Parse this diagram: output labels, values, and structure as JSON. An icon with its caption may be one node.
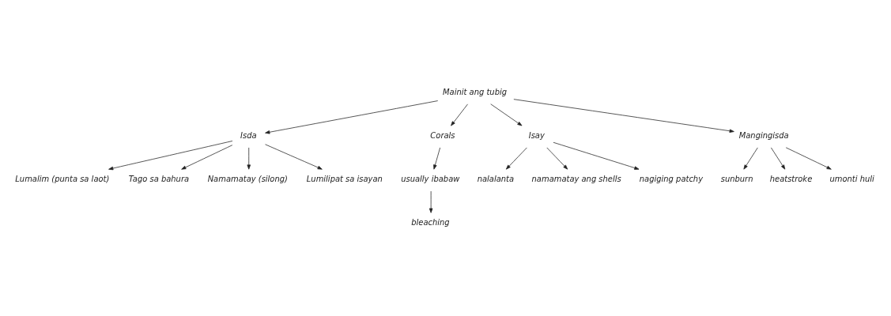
{
  "diagram": {
    "nodes": [
      {
        "text": [
          "Mainit ang tubig"
        ]
      },
      {
        "text": [
          "Isda"
        ]
      },
      {
        "text": [
          "Corals"
        ]
      },
      {
        "text": [
          "Isay"
        ]
      },
      {
        "text": [
          "Mangingisda"
        ]
      },
      {
        "text": [
          "Lumalim (punta sa laot)"
        ]
      },
      {
        "text": [
          "Tago sa bahura"
        ]
      },
      {
        "text": [
          "Namamatay (silong)"
        ]
      },
      {
        "text": [
          "Lumilipat sa isayan"
        ]
      },
      {
        "text": [
          "usually ibabaw"
        ]
      },
      {
        "text": [
          "bleaching"
        ]
      },
      {
        "text": [
          "nalalanta"
        ]
      },
      {
        "text": [
          "namamatay ang shells"
        ]
      },
      {
        "text": [
          "nagiging patchy"
        ]
      },
      {
        "text": [
          "sunburn"
        ]
      },
      {
        "text": [
          "heatstroke"
        ]
      },
      {
        "text": [
          "umonti huli"
        ]
      }
    ],
    "edges": [
      {
        "from": 0,
        "to": 1,
        "arrow": "to"
      },
      {
        "from": 0,
        "to": 2,
        "arrow": "to"
      },
      {
        "from": 0,
        "to": 3,
        "arrow": "to"
      },
      {
        "from": 0,
        "to": 4,
        "arrow": "to"
      },
      {
        "from": 1,
        "to": 5,
        "arrow": "to"
      },
      {
        "from": 1,
        "to": 6,
        "arrow": "to"
      },
      {
        "from": 1,
        "to": 7,
        "arrow": "to"
      },
      {
        "from": 1,
        "to": 8,
        "arrow": "to"
      },
      {
        "from": 2,
        "to": 9,
        "arrow": "to"
      },
      {
        "from": 9,
        "to": 10,
        "arrow": "to"
      },
      {
        "from": 3,
        "to": 11,
        "arrow": "to"
      },
      {
        "from": 3,
        "to": 12,
        "arrow": "to"
      },
      {
        "from": 3,
        "to": 13,
        "arrow": "to"
      },
      {
        "from": 4,
        "to": 14,
        "arrow": "to"
      },
      {
        "from": 4,
        "to": 15,
        "arrow": "to"
      },
      {
        "from": 4,
        "to": 16,
        "arrow": "to"
      }
    ]
  }
}
